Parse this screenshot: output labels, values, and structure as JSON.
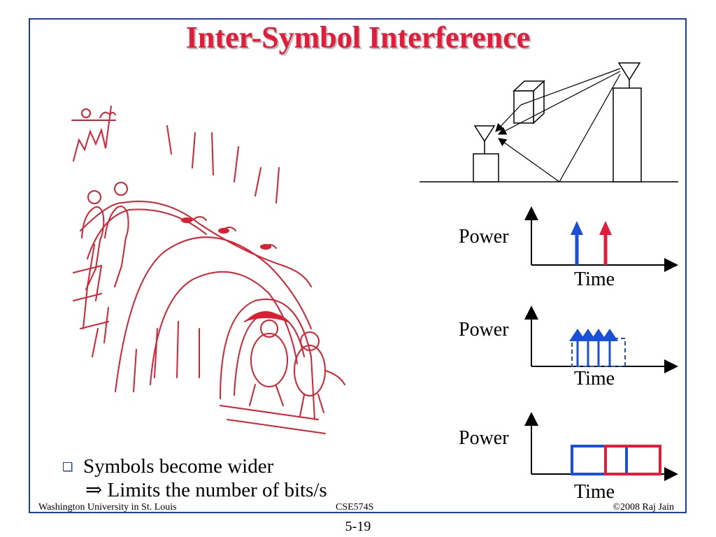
{
  "slide": {
    "title": "Inter-Symbol Interference",
    "bullet_text": "Symbols become wider",
    "bullet_subtext": "⇒ Limits the number of bits/s"
  },
  "plots": [
    {
      "ylabel": "Power",
      "xlabel": "Time",
      "signal": "impulses"
    },
    {
      "ylabel": "Power",
      "xlabel": "Time",
      "signal": "dispersed impulses"
    },
    {
      "ylabel": "Power",
      "xlabel": "Time",
      "signal": "wide symbols"
    }
  ],
  "footer": {
    "left": "Washington University in St. Louis",
    "center": "CSE574S",
    "right": "©2008 Raj Jain",
    "page_number": "5-19"
  },
  "colors": {
    "border": "#1a3fa8",
    "title": "#e41b39",
    "blue": "#1a4fd8",
    "red": "#e41b39"
  }
}
